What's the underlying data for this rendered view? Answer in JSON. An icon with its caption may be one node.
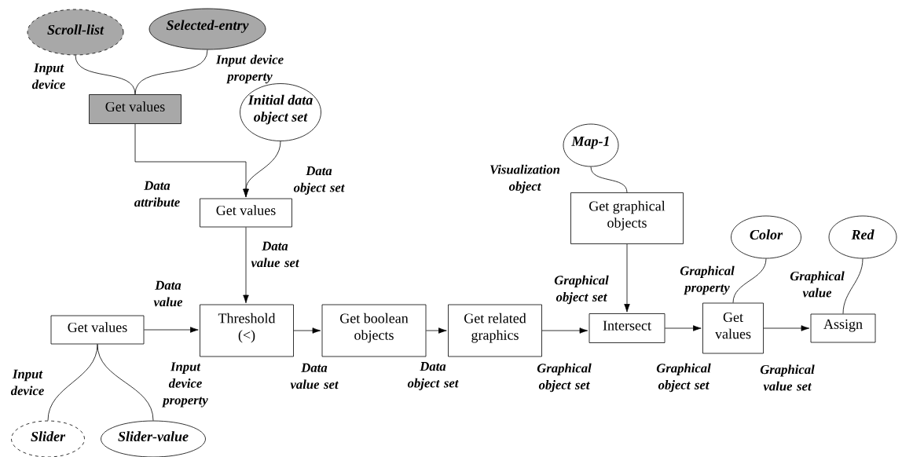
{
  "diagram": {
    "nodes": [
      {
        "text": [
          "Scroll-list"
        ]
      },
      {
        "text": [
          "Selected-entry"
        ]
      },
      {
        "text": [
          "Get values"
        ]
      },
      {
        "text": [
          "Initial data object set"
        ]
      },
      {
        "text": [
          "Get values"
        ]
      },
      {
        "text": [
          "Get values"
        ]
      },
      {
        "text": [
          "Threshold (<)"
        ]
      },
      {
        "text": [
          "Get boolean objects"
        ]
      },
      {
        "text": [
          "Get related graphics"
        ]
      },
      {
        "text": [
          "Map-1"
        ]
      },
      {
        "text": [
          "Get graphical objects"
        ]
      },
      {
        "text": [
          "Intersect"
        ]
      },
      {
        "text": [
          "Get values"
        ]
      },
      {
        "text": [
          "Color"
        ]
      },
      {
        "text": [
          "Red"
        ]
      },
      {
        "text": [
          "Assign"
        ]
      },
      {
        "text": [
          "Slider"
        ]
      },
      {
        "text": [
          "Slider-value"
        ]
      }
    ],
    "edges": [
      {
        "from": 0,
        "to": 2,
        "arrow": "none",
        "label": "Input device"
      },
      {
        "from": 1,
        "to": 2,
        "arrow": "none",
        "label": "Input device property"
      },
      {
        "from": 2,
        "to": 4,
        "arrow": "to",
        "label": "Data attribute"
      },
      {
        "from": 3,
        "to": 4,
        "arrow": "to",
        "label": "Data object set"
      },
      {
        "from": 4,
        "to": 6,
        "arrow": "to",
        "label": "Data value set"
      },
      {
        "from": 5,
        "to": 6,
        "arrow": "to",
        "label": "Data value"
      },
      {
        "from": 16,
        "to": 5,
        "arrow": "none",
        "label": "Input device"
      },
      {
        "from": 17,
        "to": 5,
        "arrow": "none",
        "label": "Input device property"
      },
      {
        "from": 6,
        "to": 7,
        "arrow": "to",
        "label": "Data value set"
      },
      {
        "from": 7,
        "to": 8,
        "arrow": "to",
        "label": "Data object set"
      },
      {
        "from": 8,
        "to": 11,
        "arrow": "to",
        "label": "Graphical object set"
      },
      {
        "from": 9,
        "to": 10,
        "arrow": "none",
        "label": "Visualization object"
      },
      {
        "from": 10,
        "to": 11,
        "arrow": "to",
        "label": "Graphical object set"
      },
      {
        "from": 11,
        "to": 12,
        "arrow": "to",
        "label": "Graphical object set"
      },
      {
        "from": 13,
        "to": 12,
        "arrow": "none",
        "label": "Graphical property"
      },
      {
        "from": 12,
        "to": 15,
        "arrow": "to",
        "label": "Graphical value set"
      },
      {
        "from": 14,
        "to": 15,
        "arrow": "none",
        "label": "Graphical value"
      }
    ]
  }
}
